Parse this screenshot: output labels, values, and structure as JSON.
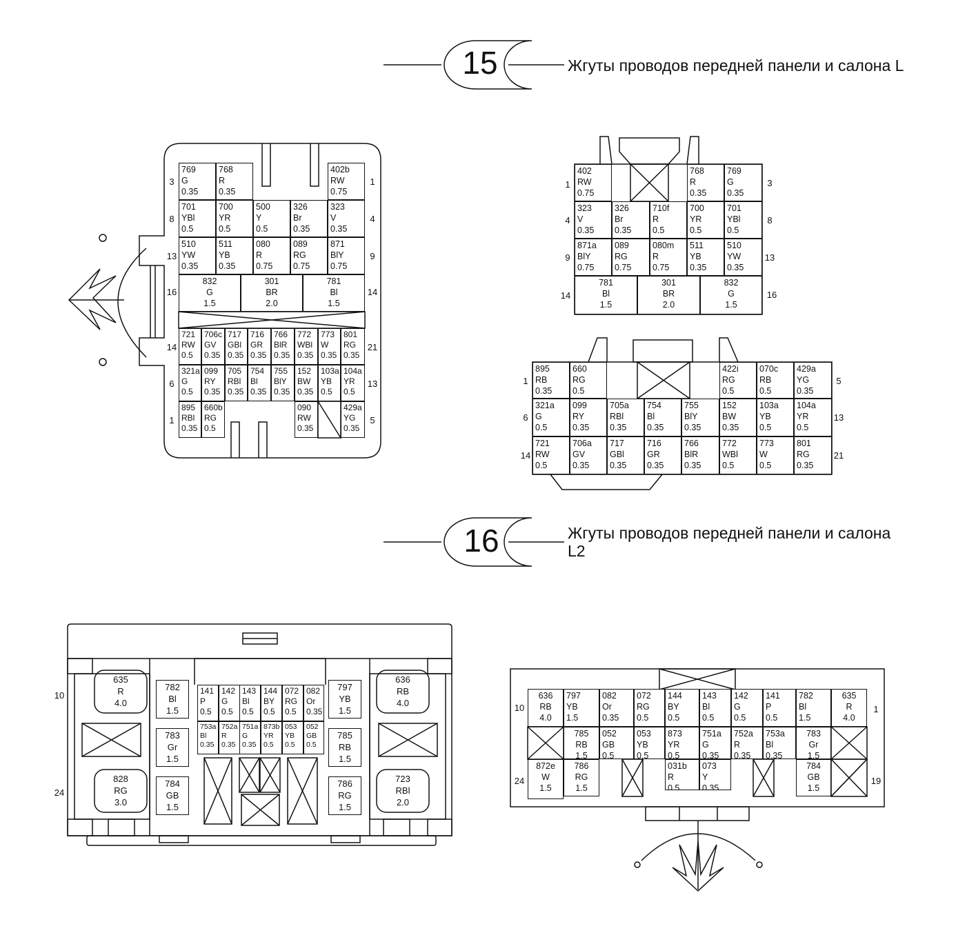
{
  "connector_15": {
    "number": "15",
    "title": "Жгуты проводов передней панели и салона L",
    "left_view": {
      "rows": [
        {
          "pin_left": "3",
          "pin_right": "1",
          "cells": [
            [
              "769",
              "G",
              "0.35"
            ],
            [
              "768",
              "R",
              "0.35"
            ],
            null,
            null,
            [
              "402b",
              "RW",
              "0.75"
            ]
          ]
        },
        {
          "pin_left": "8",
          "pin_right": "4",
          "cells": [
            [
              "701",
              "YBl",
              "0.5"
            ],
            [
              "700",
              "YR",
              "0.5"
            ],
            [
              "500",
              "Y",
              "0.5"
            ],
            [
              "326",
              "Br",
              "0.35"
            ],
            [
              "323",
              "V",
              "0.35"
            ]
          ]
        },
        {
          "pin_left": "13",
          "pin_right": "9",
          "cells": [
            [
              "510",
              "YW",
              "0.35"
            ],
            [
              "511",
              "YB",
              "0.35"
            ],
            [
              "080",
              "R",
              "0.75"
            ],
            [
              "089",
              "RG",
              "0.75"
            ],
            [
              "871",
              "BlY",
              "0.75"
            ]
          ]
        },
        {
          "pin_left": "16",
          "pin_right": "14",
          "cells": [
            [
              "832",
              "G",
              "1.5"
            ],
            [
              "301",
              "BR",
              "2.0"
            ],
            [
              "781",
              "Bl",
              "1.5"
            ]
          ]
        }
      ],
      "rows_lower": [
        {
          "pin_left": "14",
          "pin_right": "21",
          "cells": [
            [
              "721",
              "RW",
              "0.5"
            ],
            [
              "706c",
              "GV",
              "0.35"
            ],
            [
              "717",
              "GBl",
              "0.35"
            ],
            [
              "716",
              "GR",
              "0.35"
            ],
            [
              "766",
              "BlR",
              "0.35"
            ],
            [
              "772",
              "WBl",
              "0.35"
            ],
            [
              "773",
              "W",
              "0.35"
            ],
            [
              "801",
              "RG",
              "0.35"
            ]
          ]
        },
        {
          "pin_left": "6",
          "pin_right": "13",
          "cells": [
            [
              "321a",
              "G",
              "0.5"
            ],
            [
              "099",
              "RY",
              "0.35"
            ],
            [
              "705",
              "RBl",
              "0.35"
            ],
            [
              "754",
              "Bl",
              "0.35"
            ],
            [
              "755",
              "BlY",
              "0.35"
            ],
            [
              "152",
              "BW",
              "0.35"
            ],
            [
              "103a",
              "YB",
              "0.5"
            ],
            [
              "104a",
              "YR",
              "0.5"
            ]
          ]
        },
        {
          "pin_left": "1",
          "pin_right": "5",
          "cells": [
            [
              "895",
              "RBl",
              "0.35"
            ],
            [
              "660b",
              "RG",
              "0.5"
            ],
            null,
            null,
            null,
            [
              "090",
              "RW",
              "0.35"
            ],
            null,
            [
              "429a",
              "YG",
              "0.35"
            ]
          ]
        }
      ]
    },
    "right_top": {
      "rows": [
        {
          "pin_left": "1",
          "pin_right": "3",
          "cells": [
            [
              "402",
              "RW",
              "0.75"
            ],
            [
              "768",
              "R",
              "0.35"
            ],
            [
              "769",
              "G",
              "0.35"
            ]
          ]
        },
        {
          "pin_left": "4",
          "pin_right": "8",
          "cells": [
            [
              "323",
              "V",
              "0.35"
            ],
            [
              "326",
              "Br",
              "0.35"
            ],
            [
              "710f",
              "R",
              "0.5"
            ],
            [
              "700",
              "YR",
              "0.5"
            ],
            [
              "701",
              "YBl",
              "0.5"
            ]
          ]
        },
        {
          "pin_left": "9",
          "pin_right": "13",
          "cells": [
            [
              "871a",
              "BlY",
              "0.75"
            ],
            [
              "089",
              "RG",
              "0.75"
            ],
            [
              "080m",
              "R",
              "0.75"
            ],
            [
              "511",
              "YB",
              "0.35"
            ],
            [
              "510",
              "YW",
              "0.35"
            ]
          ]
        },
        {
          "pin_left": "14",
          "pin_right": "16",
          "cells": [
            [
              "781",
              "Bl",
              "1.5"
            ],
            [
              "301",
              "BR",
              "2.0"
            ],
            [
              "832",
              "G",
              "1.5"
            ]
          ]
        }
      ]
    },
    "right_bottom": {
      "rows": [
        {
          "pin_left": "1",
          "pin_right": "5",
          "cells": [
            [
              "895",
              "RB",
              "0.35"
            ],
            [
              "660",
              "RG",
              "0.5"
            ],
            [
              "422i",
              "RG",
              "0.5"
            ],
            [
              "070c",
              "RB",
              "0.5"
            ],
            [
              "429a",
              "YG",
              "0.35"
            ]
          ]
        },
        {
          "pin_left": "6",
          "pin_right": "13",
          "cells": [
            [
              "321a",
              "G",
              "0.5"
            ],
            [
              "099",
              "RY",
              "0.35"
            ],
            [
              "705a",
              "RBl",
              "0.35"
            ],
            [
              "754",
              "Bl",
              "0.35"
            ],
            [
              "755",
              "BlY",
              "0.35"
            ],
            [
              "152",
              "BW",
              "0.35"
            ],
            [
              "103a",
              "YB",
              "0.5"
            ],
            [
              "104a",
              "YR",
              "0.5"
            ]
          ]
        },
        {
          "pin_left": "14",
          "pin_right": "21",
          "cells": [
            [
              "721",
              "RW",
              "0.5"
            ],
            [
              "706a",
              "GV",
              "0.35"
            ],
            [
              "717",
              "GBl",
              "0.35"
            ],
            [
              "716",
              "GR",
              "0.35"
            ],
            [
              "766",
              "BlR",
              "0.35"
            ],
            [
              "772",
              "WBl",
              "0.5"
            ],
            [
              "773",
              "W",
              "0.5"
            ],
            [
              "801",
              "RG",
              "0.35"
            ]
          ]
        }
      ]
    }
  },
  "connector_16": {
    "number": "16",
    "title_line1": "Жгуты проводов передней панели и салона",
    "title_line2": "L2",
    "left_view": {
      "pin_10": "10",
      "pin_24": "24",
      "big_cells": [
        [
          "635",
          "R",
          "4.0"
        ],
        [
          "828",
          "RG",
          "3.0"
        ],
        [
          "636",
          "RB",
          "4.0"
        ],
        [
          "723",
          "RBl",
          "2.0"
        ]
      ],
      "side_left": [
        [
          "782",
          "Bl",
          "1.5"
        ],
        [
          "783",
          "Gr",
          "1.5"
        ],
        [
          "784",
          "GB",
          "1.5"
        ]
      ],
      "side_right": [
        [
          "797",
          "YB",
          "1.5"
        ],
        [
          "785",
          "RB",
          "1.5"
        ],
        [
          "786",
          "RG",
          "1.5"
        ]
      ],
      "mid_top": [
        [
          "141",
          "P",
          "0.5"
        ],
        [
          "142",
          "G",
          "0.5"
        ],
        [
          "143",
          "Bl",
          "0.5"
        ],
        [
          "144",
          "BY",
          "0.5"
        ],
        [
          "072",
          "RG",
          "0.5"
        ],
        [
          "082",
          "Or",
          "0.35"
        ]
      ],
      "mid_bottom": [
        [
          "753a",
          "Bl",
          "0.35"
        ],
        [
          "752a",
          "R",
          "0.35"
        ],
        [
          "751a",
          "G",
          "0.35"
        ],
        [
          "873b",
          "YR",
          "0.5"
        ],
        [
          "053",
          "YB",
          "0.5"
        ],
        [
          "052",
          "GB",
          "0.5"
        ]
      ]
    },
    "right_view": {
      "pin_10": "10",
      "pin_1": "1",
      "pin_24": "24",
      "pin_19": "19",
      "top_row": [
        [
          "636",
          "RB",
          "4.0"
        ],
        [
          "797",
          "YB",
          "1.5"
        ],
        [
          "082",
          "Or",
          "0.35"
        ],
        [
          "072",
          "RG",
          "0.5"
        ],
        [
          "144",
          "BY",
          "0.5"
        ],
        [
          "143",
          "Bl",
          "0.5"
        ],
        [
          "142",
          "G",
          "0.5"
        ],
        [
          "141",
          "P",
          "0.5"
        ],
        [
          "782",
          "Bl",
          "1.5"
        ],
        [
          "635",
          "R",
          "4.0"
        ]
      ],
      "mid_row": [
        [
          "785",
          "RB",
          "1.5"
        ],
        [
          "052",
          "GB",
          "0.5"
        ],
        [
          "053",
          "YB",
          "0.5"
        ],
        [
          "873",
          "YR",
          "0.5"
        ],
        [
          "751a",
          "G",
          "0.35"
        ],
        [
          "752a",
          "R",
          "0.35"
        ],
        [
          "753a",
          "Bl",
          "0.35"
        ],
        [
          "783",
          "Gr",
          "1.5"
        ]
      ],
      "bot_row": [
        [
          "872e",
          "W",
          "1.5"
        ],
        [
          "786",
          "RG",
          "1.5"
        ],
        [
          "031b",
          "R",
          "0.5"
        ],
        [
          "073",
          "Y",
          "0.35"
        ],
        [
          "784",
          "GB",
          "1.5"
        ]
      ]
    }
  }
}
